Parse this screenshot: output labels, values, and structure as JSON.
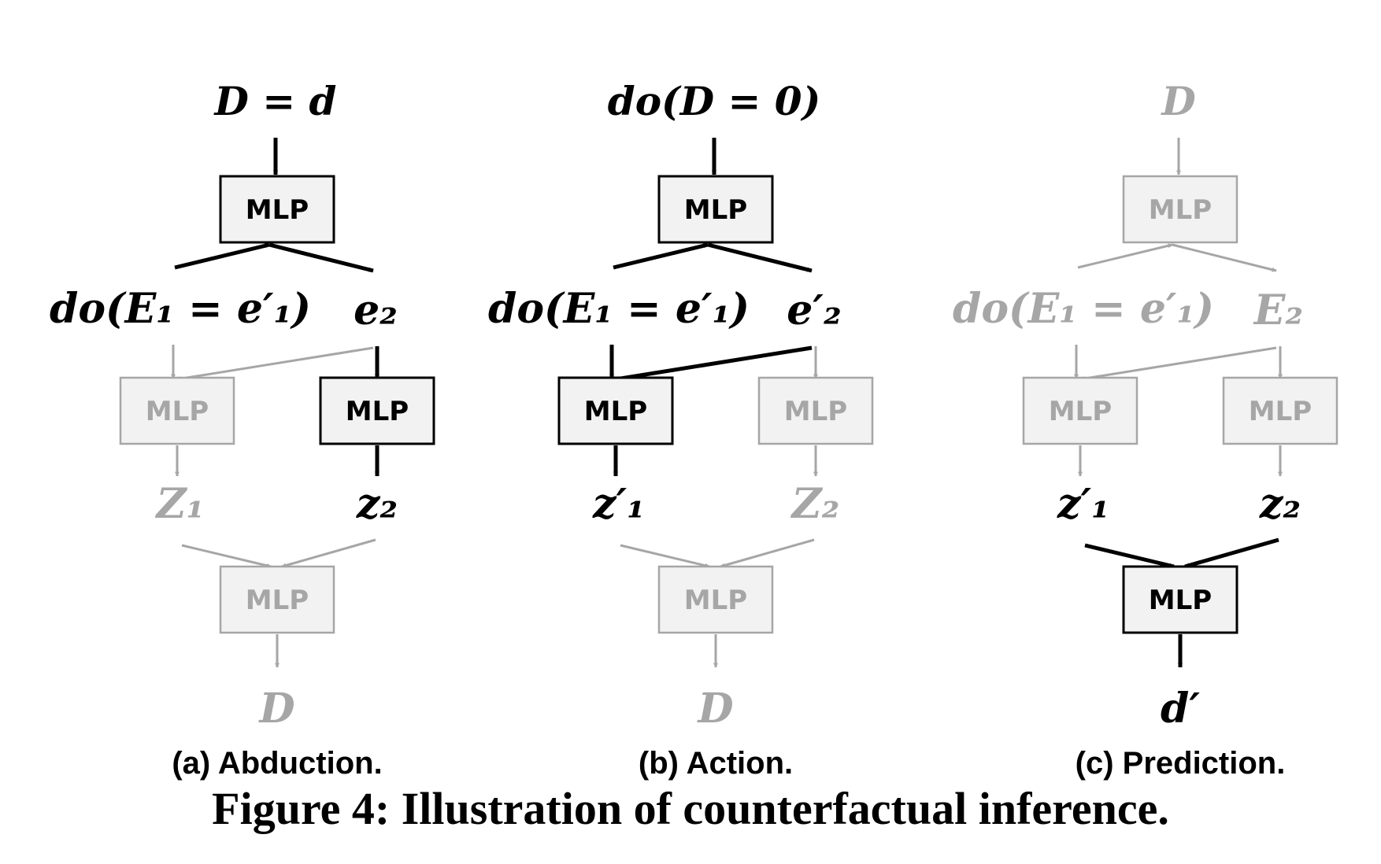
{
  "colors": {
    "active": "#000000",
    "inactive": "#a6a6a6",
    "box_fill": "#f2f2f2"
  },
  "box_label": "MLP",
  "panels": [
    {
      "id": "a",
      "caption": "(a) Abduction.",
      "top": "D = d",
      "top_active": true,
      "left_mid": "do(E₁ = e′₁)",
      "left_mid_active": true,
      "right_mid": "e₂",
      "right_mid_active": true,
      "mlp_top_active": true,
      "mlp_left_active": false,
      "mlp_right_active": true,
      "z_left": "Z₁",
      "z_left_active": false,
      "z_right": "z₂",
      "z_right_active": true,
      "mlp_bottom_active": false,
      "bottom": "D",
      "bottom_active": false,
      "cross_edge_active": false
    },
    {
      "id": "b",
      "caption": "(b) Action.",
      "top": "do(D = 0)",
      "top_active": true,
      "left_mid": "do(E₁ = e′₁)",
      "left_mid_active": true,
      "right_mid": "e′₂",
      "right_mid_active": true,
      "mlp_top_active": true,
      "mlp_left_active": true,
      "mlp_right_active": false,
      "z_left": "z′₁",
      "z_left_active": true,
      "z_right": "Z₂",
      "z_right_active": false,
      "mlp_bottom_active": false,
      "bottom": "D",
      "bottom_active": false,
      "cross_edge_active": true
    },
    {
      "id": "c",
      "caption": "(c) Prediction.",
      "top": "D",
      "top_active": false,
      "left_mid": "do(E₁ = e′₁)",
      "left_mid_active": false,
      "right_mid": "E₂",
      "right_mid_active": false,
      "mlp_top_active": false,
      "mlp_left_active": false,
      "mlp_right_active": false,
      "z_left": "z′₁",
      "z_left_active": true,
      "z_right": "z₂",
      "z_right_active": true,
      "mlp_bottom_active": true,
      "bottom": "d′",
      "bottom_active": true,
      "cross_edge_active": false
    }
  ],
  "figure_caption": "Figure 4: Illustration of counterfactual inference."
}
